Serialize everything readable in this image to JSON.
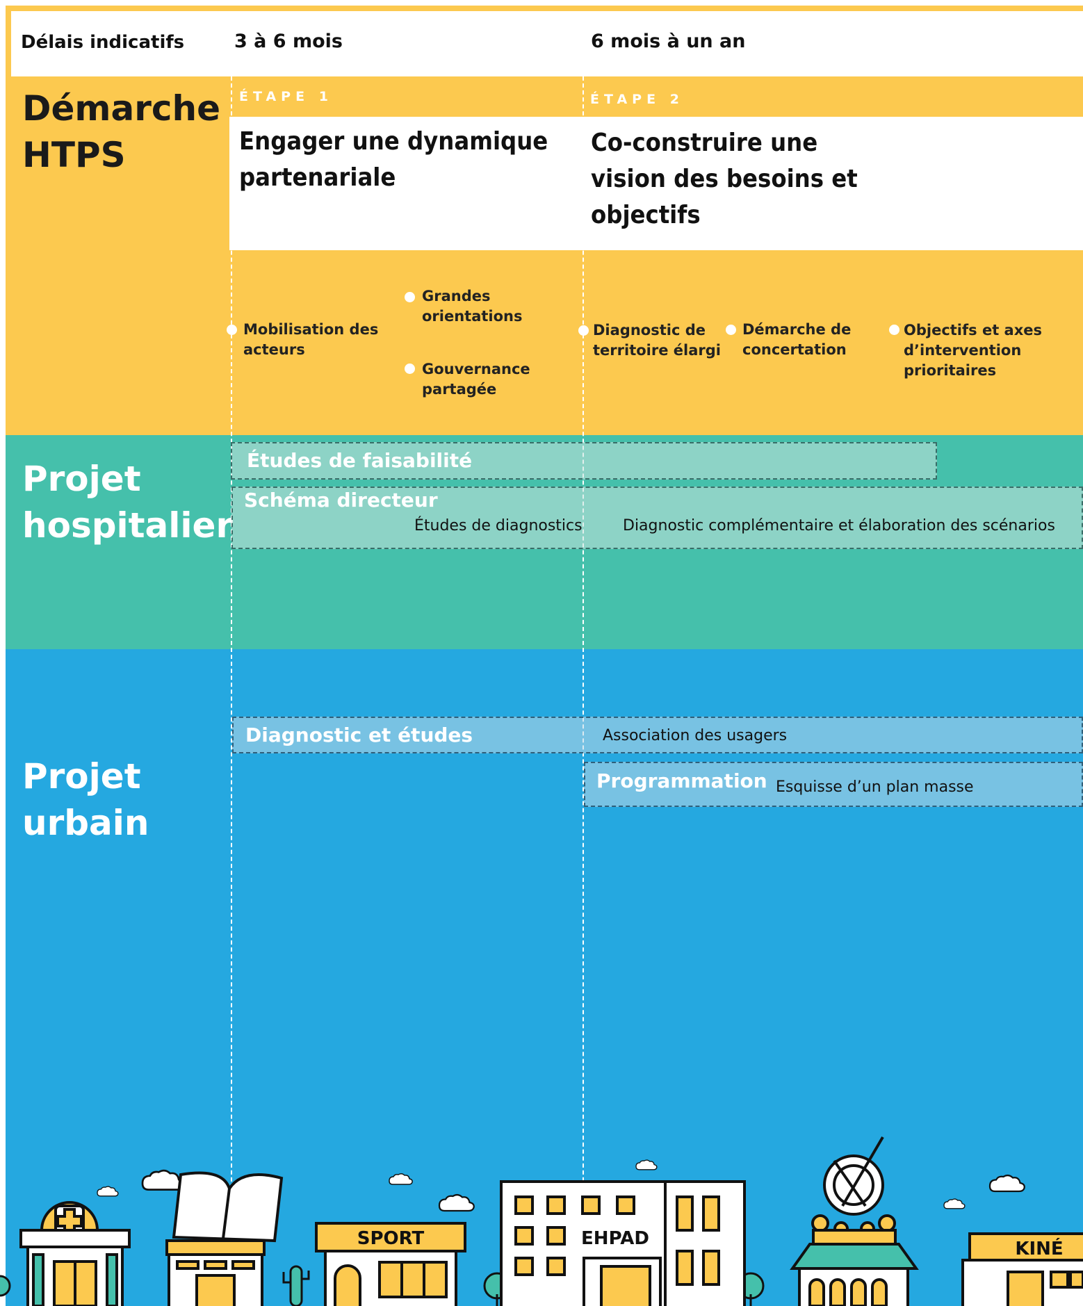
{
  "header": {
    "label": "Délais indicatifs",
    "period_1": "3 à 6 mois",
    "period_2": "6 mois à un an"
  },
  "colors": {
    "htps": "#fcc94f",
    "hospital": "#45c0ab",
    "urban": "#25a8e0"
  },
  "rows": {
    "htps": {
      "title": "Démarche HTPS",
      "steps": [
        {
          "label": "ÉTAPE 1",
          "title": "Engager une dynamique partenariale",
          "bullets": [
            "Mobilisation des acteurs",
            "Grandes orientations",
            "Gouvernance partagée"
          ]
        },
        {
          "label": "ÉTAPE 2",
          "title": "Co-construire une vision des besoins et objectifs",
          "bullets": [
            "Diagnostic de territoire élargi",
            "Démarche de concertation",
            "Objectifs et axes d’intervention prioritaires"
          ]
        }
      ]
    },
    "hospital": {
      "title": "Projet hospitalier",
      "bars": [
        {
          "title": "Études de faisabilité"
        },
        {
          "title": "Schéma directeur",
          "sub_1": "Études de diagnostics",
          "sub_2": "Diagnostic complémentaire et élaboration des scénarios"
        }
      ]
    },
    "urban": {
      "title": "Projet urbain",
      "bars": [
        {
          "title": "Diagnostic et études",
          "sub": "Association des usagers"
        },
        {
          "title": "Programmation",
          "sub": "Esquisse d’un plan masse"
        }
      ]
    }
  },
  "illustration": {
    "signs": [
      "SPORT",
      "EHPAD",
      "KINÉ"
    ],
    "icons": [
      "hospital-building-icon",
      "library-building-icon",
      "sport-building-icon",
      "ehpad-building-icon",
      "restaurant-building-icon",
      "kine-building-icon",
      "cloud-icon",
      "tree-icon",
      "cactus-icon"
    ]
  }
}
